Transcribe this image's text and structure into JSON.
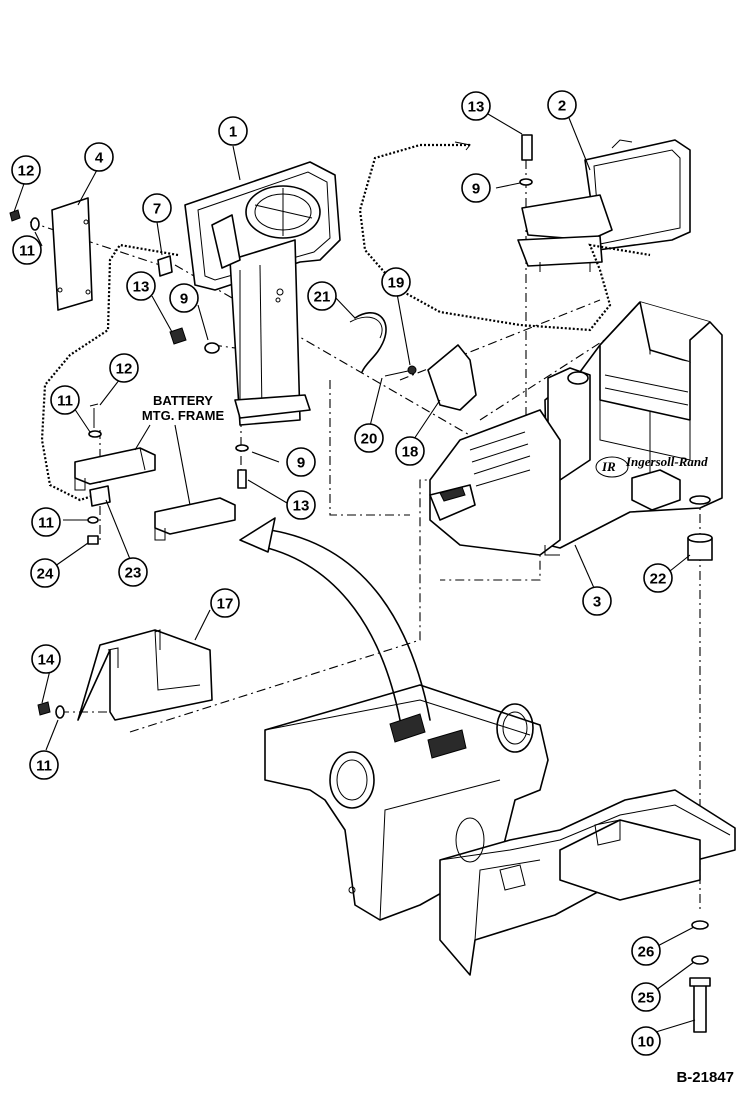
{
  "drawing_number": "B-21847",
  "battery_frame_label": {
    "line1": "BATTERY",
    "line2": "MTG. FRAME"
  },
  "logo": {
    "mark": "IR",
    "text": "Ingersoll-Rand"
  },
  "callouts": [
    {
      "id": "c-1",
      "label": "1"
    },
    {
      "id": "c-2",
      "label": "2"
    },
    {
      "id": "c-3",
      "label": "3"
    },
    {
      "id": "c-4",
      "label": "4"
    },
    {
      "id": "c-7",
      "label": "7"
    },
    {
      "id": "c-9-a",
      "label": "9"
    },
    {
      "id": "c-9-b",
      "label": "9"
    },
    {
      "id": "c-9-c",
      "label": "9"
    },
    {
      "id": "c-10",
      "label": "10"
    },
    {
      "id": "c-11-a",
      "label": "11"
    },
    {
      "id": "c-11-b",
      "label": "11"
    },
    {
      "id": "c-11-c",
      "label": "11"
    },
    {
      "id": "c-11-d",
      "label": "11"
    },
    {
      "id": "c-12-a",
      "label": "12"
    },
    {
      "id": "c-12-b",
      "label": "12"
    },
    {
      "id": "c-13-a",
      "label": "13"
    },
    {
      "id": "c-13-b",
      "label": "13"
    },
    {
      "id": "c-13-c",
      "label": "13"
    },
    {
      "id": "c-14",
      "label": "14"
    },
    {
      "id": "c-17",
      "label": "17"
    },
    {
      "id": "c-18",
      "label": "18"
    },
    {
      "id": "c-19",
      "label": "19"
    },
    {
      "id": "c-20",
      "label": "20"
    },
    {
      "id": "c-21",
      "label": "21"
    },
    {
      "id": "c-22",
      "label": "22"
    },
    {
      "id": "c-23",
      "label": "23"
    },
    {
      "id": "c-24",
      "label": "24"
    },
    {
      "id": "c-25",
      "label": "25"
    },
    {
      "id": "c-26",
      "label": "26"
    }
  ]
}
